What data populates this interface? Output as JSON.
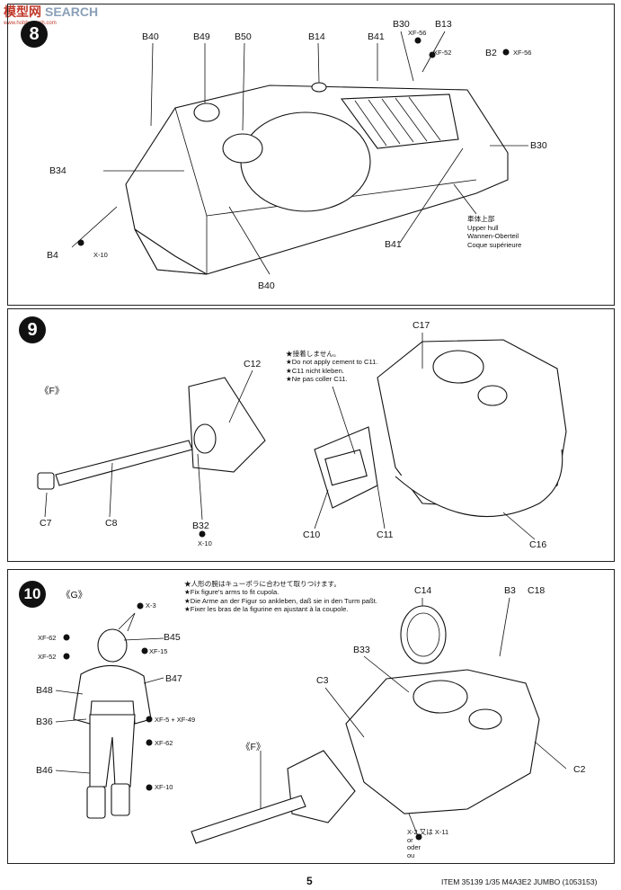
{
  "watermark": {
    "brand": "SEARCH",
    "zh": "模型网",
    "url": "www.hobbyearch.com"
  },
  "step8": {
    "labels": {
      "b40a": "B40",
      "b49": "B49",
      "b50": "B50",
      "b14": "B14",
      "b41a": "B41",
      "b30a": "B30",
      "b13": "B13",
      "xf56a": "XF-56",
      "xf52a": "XF-52",
      "b2": "B2",
      "xf56b": "XF-56",
      "b30b": "B30",
      "b34": "B34",
      "b4": "B4",
      "x10": "X-10",
      "b41b": "B41",
      "b40b": "B40"
    },
    "part_name": [
      "車体上部",
      "Upper hull",
      "Wannen-Oberteil",
      "Coque supérieure"
    ]
  },
  "step9": {
    "number": "9",
    "f_marker": "《F》",
    "labels": {
      "c12": "C12",
      "c17": "C17",
      "c7": "C7",
      "c8": "C8",
      "b32": "B32",
      "x10": "X-10",
      "c10": "C10",
      "c11": "C11",
      "c16": "C16"
    },
    "note": [
      "★接着しません。",
      "★Do not apply cement to C11.",
      "★C11 nicht kleben.",
      "★Ne pas coller C11."
    ]
  },
  "step10": {
    "number": "10",
    "g_marker": "《G》",
    "f_marker": "《F》",
    "note": [
      "★人形の腕はキューポラに合わせて取りつけます。",
      "★Fix figure's arms to fit cupola.",
      "★Die Arme an der Figur so ankleben, daß sie in den Turm paßt.",
      "★Fixer les bras de la figurine en ajustant à la coupole."
    ],
    "labels": {
      "x3": "X-3",
      "b45": "B45",
      "xf62a": "XF-62",
      "xf15": "XF-15",
      "xf52": "XF-52",
      "b47": "B47",
      "b48": "B48",
      "b36": "B36",
      "xf5": "XF-5 + XF-49",
      "xf62b": "XF-62",
      "b46": "B46",
      "xf10": "XF-10",
      "c14": "C14",
      "b3": "B3",
      "c18": "C18",
      "b33": "B33",
      "c3": "C3",
      "c2": "C2"
    },
    "paint": [
      "X-2 又は X-11",
      "or",
      "oder",
      "ou"
    ]
  },
  "footer": {
    "page": "5",
    "item": "ITEM 35139  1/35 M4A3E2 JUMBO (1053153)"
  }
}
